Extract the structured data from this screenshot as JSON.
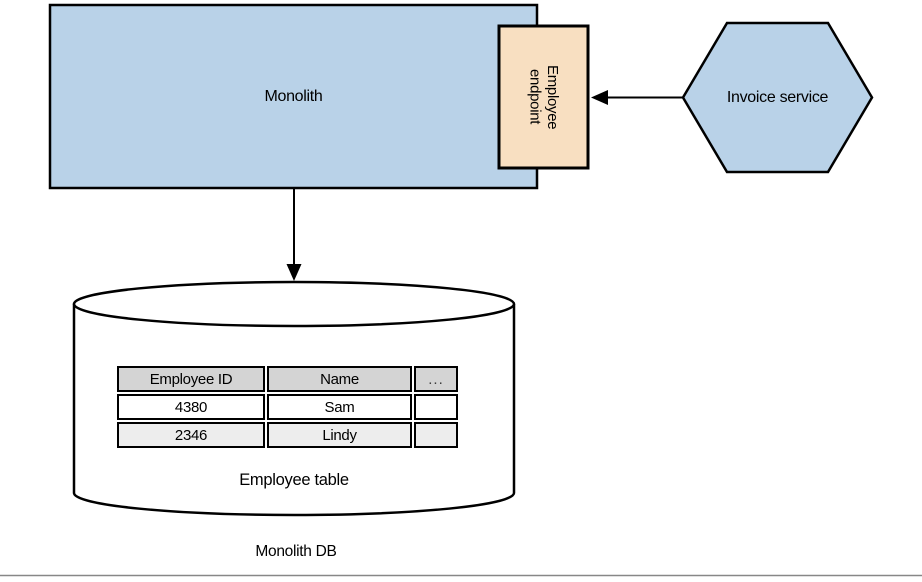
{
  "figure": {
    "monolith": {
      "label": "Monolith"
    },
    "employee_endpoint": {
      "label": "Employee\nendpoint"
    },
    "invoice_service": {
      "label": "Invoice service"
    },
    "monolith_db": {
      "label": "Monolith DB",
      "employee_table": {
        "caption": "Employee table",
        "headers": [
          "Employee ID",
          "Name",
          "..."
        ],
        "rows": [
          [
            "4380",
            "Sam",
            ""
          ],
          [
            "2346",
            "Lindy",
            ""
          ]
        ]
      }
    }
  },
  "colors": {
    "node_blue": "#b9d2e8",
    "endpoint_tan": "#f8dfc1",
    "outline_black": "#000000",
    "shape_white": "#ffffff",
    "table_header_gray": "#d4d4d4",
    "table_alt_row_gray": "#ededed",
    "bottom_rule_gray": "#878787"
  }
}
